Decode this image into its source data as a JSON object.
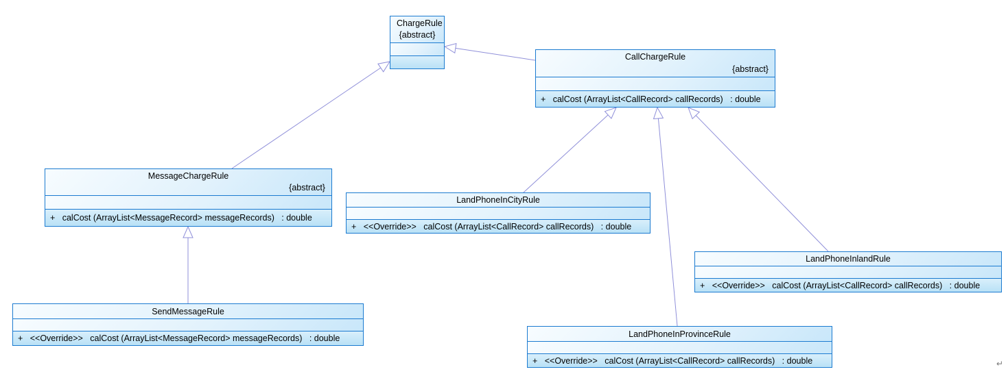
{
  "classes": {
    "chargeRule": {
      "name": "ChargeRule",
      "stereotype": "{abstract}",
      "method": ""
    },
    "callChargeRule": {
      "name": "CallChargeRule",
      "stereotype": "{abstract}",
      "method": "+   calCost (ArrayList<CallRecord> callRecords)   : double"
    },
    "messageChargeRule": {
      "name": "MessageChargeRule",
      "stereotype": "{abstract}",
      "method": "+   calCost (ArrayList<MessageRecord> messageRecords)   : double"
    },
    "landPhoneInCityRule": {
      "name": "LandPhoneInCityRule",
      "method": "+   <<Override>>   calCost (ArrayList<CallRecord> callRecords)   : double"
    },
    "landPhoneInlandRule": {
      "name": "LandPhoneInlandRule",
      "method": "+   <<Override>>   calCost (ArrayList<CallRecord> callRecords)   : double"
    },
    "sendMessageRule": {
      "name": "SendMessageRule",
      "method": "+   <<Override>>   calCost (ArrayList<MessageRecord> messageRecords)   : double"
    },
    "landPhoneInProvinceRule": {
      "name": "LandPhoneInProvinceRule",
      "method": "+   <<Override>>   calCost (ArrayList<CallRecord> callRecords)   : double"
    }
  },
  "colors": {
    "box_border": "#1a7ad0",
    "box_fill_top": "#f7fcff",
    "box_fill_bottom": "#b9e1f6",
    "connector_line": "#8f8fd9",
    "arrowhead_fill": "#ffffff"
  },
  "misc": {
    "return_mark": "↵"
  }
}
